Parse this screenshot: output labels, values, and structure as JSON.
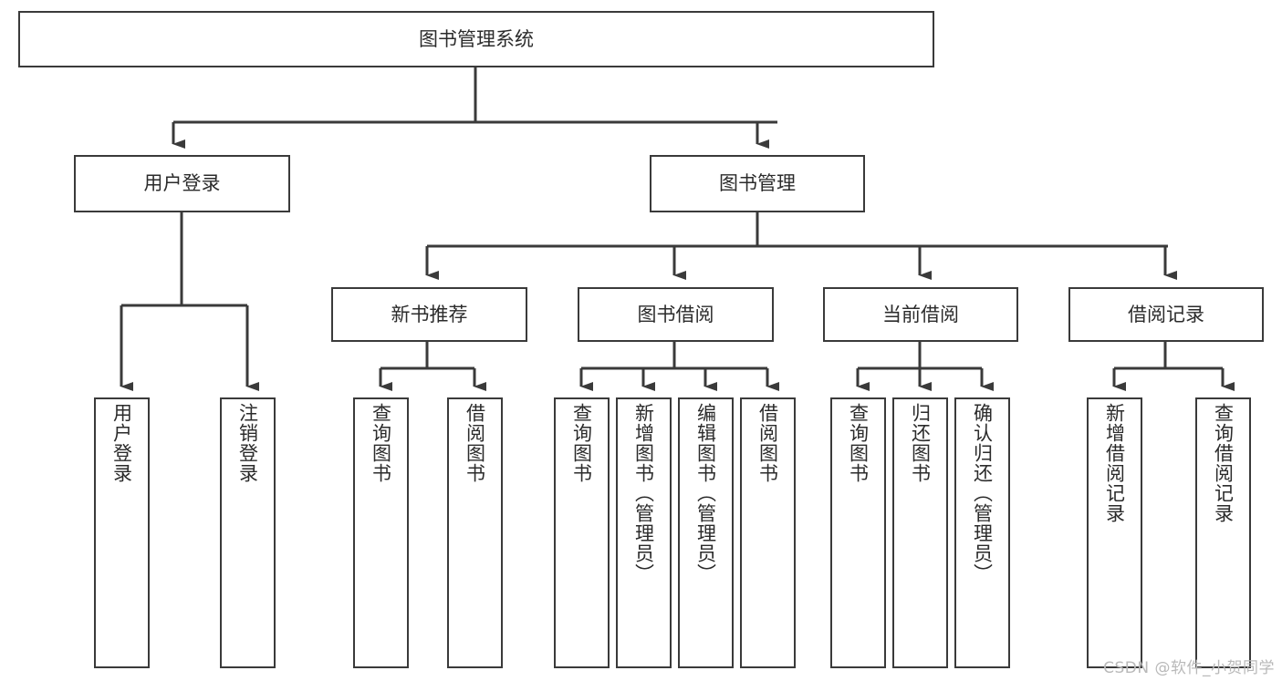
{
  "diagram": {
    "type": "tree-hierarchy",
    "title": "图书管理系统",
    "watermark": "CSDN @软件_小贺同学",
    "colors": {
      "box_border": "#3a3a3a",
      "box_fill": "#ffffff",
      "line": "#3a3a3a",
      "text": "#2b2b2b",
      "watermark": "#b9b9b9",
      "background": "#ffffff"
    },
    "root": {
      "id": "root",
      "label": "图书管理系统",
      "orientation": "horizontal"
    },
    "level1": [
      {
        "id": "user-login",
        "label": "用户登录",
        "orientation": "horizontal"
      },
      {
        "id": "book-manage",
        "label": "图书管理",
        "orientation": "horizontal"
      }
    ],
    "level2": [
      {
        "id": "new-book-recommend",
        "label": "新书推荐",
        "orientation": "horizontal",
        "parent": "book-manage"
      },
      {
        "id": "book-borrow",
        "label": "图书借阅",
        "orientation": "horizontal",
        "parent": "book-manage"
      },
      {
        "id": "current-borrow",
        "label": "当前借阅",
        "orientation": "horizontal",
        "parent": "book-manage"
      },
      {
        "id": "borrow-record",
        "label": "借阅记录",
        "orientation": "horizontal",
        "parent": "book-manage"
      }
    ],
    "leaves": [
      {
        "id": "leaf-user-login",
        "label": "用户登录",
        "parent": "user-login",
        "orientation": "vertical"
      },
      {
        "id": "leaf-logout-login",
        "label": "注销登录",
        "parent": "user-login",
        "orientation": "vertical"
      },
      {
        "id": "leaf-query-book-recommend",
        "label": "查询图书",
        "parent": "new-book-recommend",
        "orientation": "vertical"
      },
      {
        "id": "leaf-borrow-book-recommend",
        "label": "借阅图书",
        "parent": "new-book-recommend",
        "orientation": "vertical"
      },
      {
        "id": "leaf-query-book-borrow",
        "label": "查询图书",
        "parent": "book-borrow",
        "orientation": "vertical"
      },
      {
        "id": "leaf-add-book-admin",
        "label": "新增图书（管理员）",
        "parent": "book-borrow",
        "orientation": "vertical"
      },
      {
        "id": "leaf-edit-book-admin",
        "label": "编辑图书（管理员）",
        "parent": "book-borrow",
        "orientation": "vertical"
      },
      {
        "id": "leaf-borrow-book",
        "label": "借阅图书",
        "parent": "book-borrow",
        "orientation": "vertical"
      },
      {
        "id": "leaf-query-book-current",
        "label": "查询图书",
        "parent": "current-borrow",
        "orientation": "vertical"
      },
      {
        "id": "leaf-return-book",
        "label": "归还图书",
        "parent": "current-borrow",
        "orientation": "vertical"
      },
      {
        "id": "leaf-confirm-return-admin",
        "label": "确认归还（管理员）",
        "parent": "current-borrow",
        "orientation": "vertical"
      },
      {
        "id": "leaf-add-borrow-record",
        "label": "新增借阅记录",
        "parent": "borrow-record",
        "orientation": "vertical"
      },
      {
        "id": "leaf-query-borrow-record",
        "label": "查询借阅记录",
        "parent": "borrow-record",
        "orientation": "vertical"
      }
    ]
  }
}
